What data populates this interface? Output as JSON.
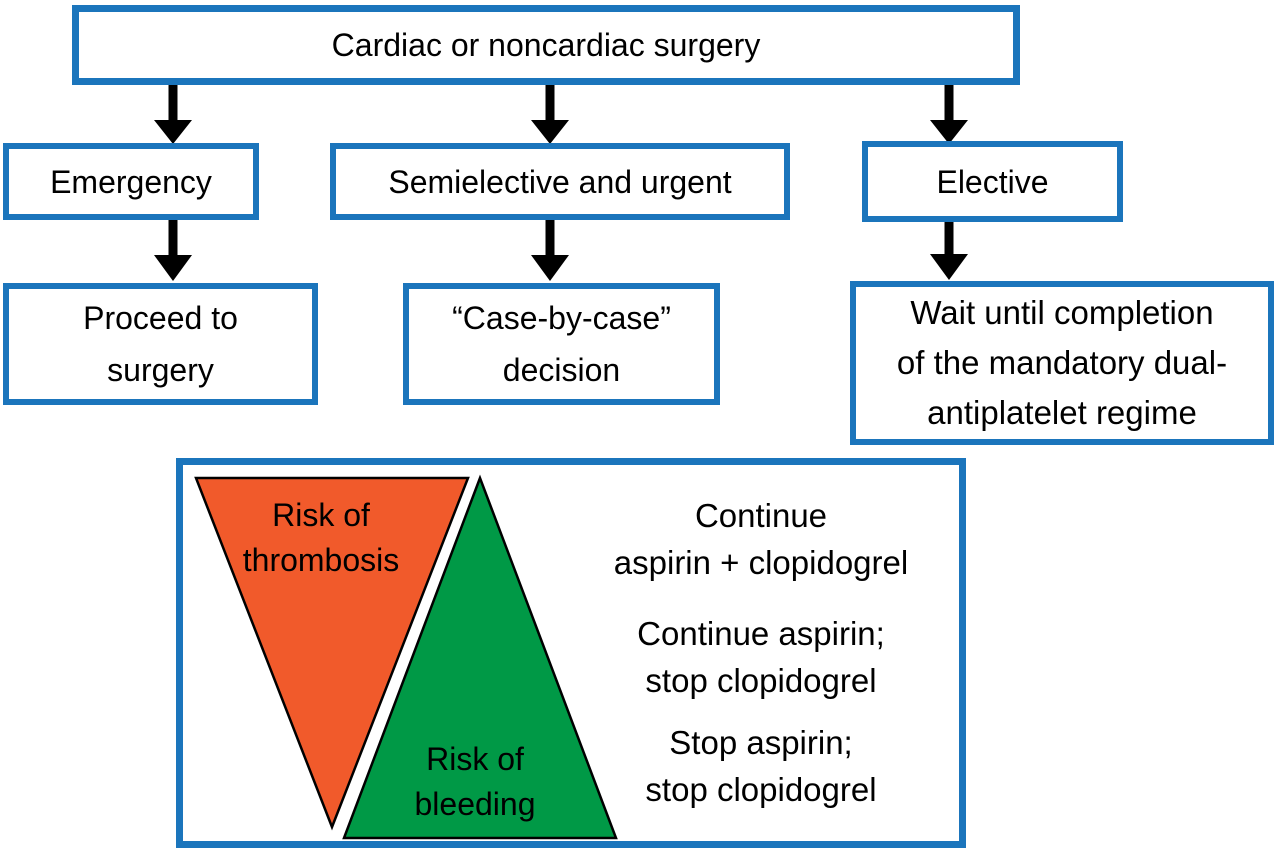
{
  "colors": {
    "border_blue": "#1b75bc",
    "thrombosis_orange": "#f15a2b",
    "bleeding_green": "#009946",
    "arrow_black": "#000000"
  },
  "flowchart": {
    "root_label": "Cardiac or noncardiac surgery",
    "branches": [
      {
        "label": "Emergency",
        "outcome": "Proceed to\nsurgery"
      },
      {
        "label": "Semielective and urgent",
        "outcome": "“Case-by-case”\ndecision"
      },
      {
        "label": "Elective",
        "outcome": "Wait until completion\nof the mandatory dual-\nantiplatelet regime"
      }
    ]
  },
  "risk_panel": {
    "thrombosis_label": "Risk of\nthrombosis",
    "bleeding_label": "Risk of\nbleeding",
    "options": [
      "Continue\naspirin + clopidogrel",
      "Continue aspirin;\nstop clopidogrel",
      "Stop aspirin;\nstop clopidogrel"
    ]
  }
}
